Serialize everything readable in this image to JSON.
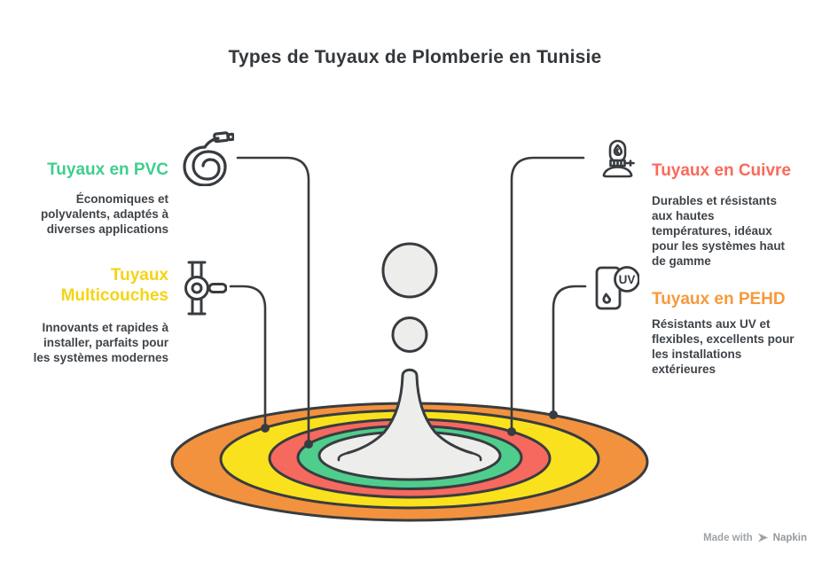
{
  "title": "Types de Tuyaux de Plomberie en Tunisie",
  "items": [
    {
      "id": "pvc",
      "heading": "Tuyaux en PVC",
      "desc": "Économiques et\npolyvalents, adaptés à\ndiverses applications",
      "color": "#3fce8e",
      "icon": "hose-coil-icon",
      "ring": "green"
    },
    {
      "id": "multicouches",
      "heading": "Tuyaux\nMulticouches",
      "desc": "Innovants et rapides à\ninstaller, parfaits pour\nles systèmes modernes",
      "color": "#f5d415",
      "icon": "pipe-valve-icon",
      "ring": "yellow"
    },
    {
      "id": "cuivre",
      "heading": "Tuyaux en Cuivre",
      "desc": "Durables et résistants\naux hautes\ntempératures, idéaux\npour les systèmes haut\nde gamme",
      "color": "#fa6a5c",
      "icon": "oil-lamp-icon",
      "ring": "red"
    },
    {
      "id": "pehd",
      "heading": "Tuyaux en PEHD",
      "desc": "Résistants aux UV et\nflexibles, excellents pour\nles installations\nextérieures",
      "color": "#f8993d",
      "icon": "uv-protection-icon",
      "ring": "orange"
    }
  ],
  "colors": {
    "ink": "#383c40",
    "ring_orange": "#f2923e",
    "ring_yellow": "#f9e11d",
    "ring_red": "#f5695f",
    "ring_green": "#4fcd8d",
    "pool": "#ededeb"
  },
  "uv_icon_label": "UV",
  "watermark": {
    "prefix": "Made with",
    "brand": "Napkin"
  }
}
